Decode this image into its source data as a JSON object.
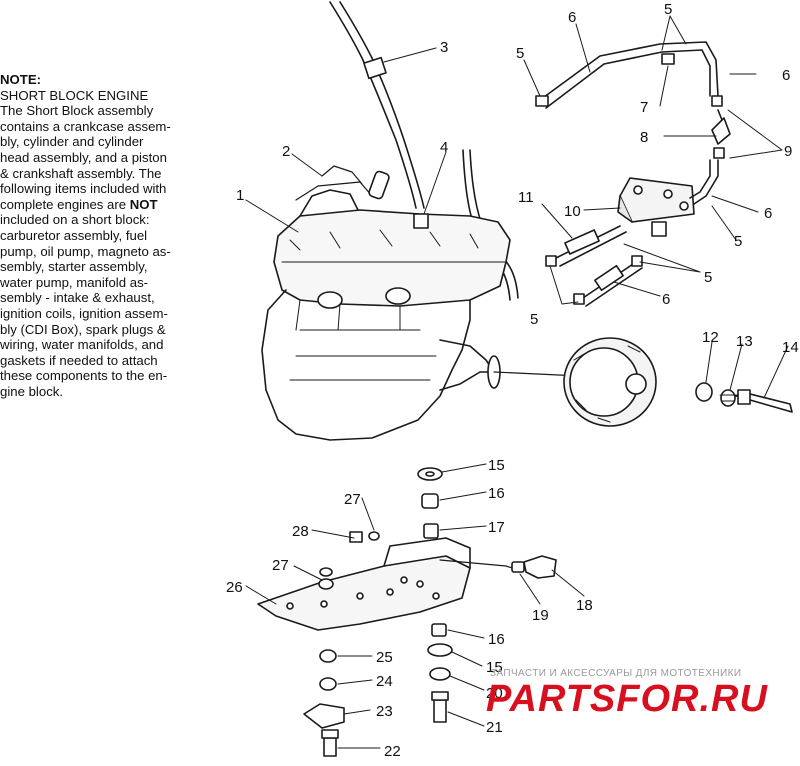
{
  "note": {
    "title": "NOTE:",
    "lines": [
      "SHORT BLOCK ENGINE",
      "The Short Block assembly",
      "contains a crankcase assem-",
      "bly, cylinder and cylinder",
      "head assembly, and a piston",
      "& crankshaft assembly.  The",
      "following items included with",
      "complete engines are ",
      "included on a short block:",
      "carburetor assembly, fuel",
      "pump, oil pump, magneto as-",
      "sembly, starter assembly,",
      "water pump, manifold as-",
      "sembly - intake & exhaust,",
      "ignition coils, ignition assem-",
      "bly (CDI Box), spark plugs &",
      "wiring, water manifolds, and",
      "gaskets if needed to attach",
      "these components to the en-",
      "gine block."
    ],
    "emphasis": "NOT"
  },
  "callouts": {
    "c1": "1",
    "c2": "2",
    "c3": "3",
    "c4": "4",
    "c5a": "5",
    "c5b": "5",
    "c5c": "5",
    "c5d": "5",
    "c5e": "5",
    "c6a": "6",
    "c6b": "6",
    "c6c": "6",
    "c6d": "6",
    "c7": "7",
    "c8": "8",
    "c9": "9",
    "c10": "10",
    "c11": "11",
    "c12": "12",
    "c13": "13",
    "c14": "14",
    "c15a": "15",
    "c15b": "15",
    "c16a": "16",
    "c16b": "16",
    "c17": "17",
    "c18": "18",
    "c19": "19",
    "c20": "20",
    "c21": "21",
    "c22": "22",
    "c23": "23",
    "c24": "24",
    "c25": "25",
    "c26": "26",
    "c27a": "27",
    "c27b": "27",
    "c28": "28"
  },
  "watermark": {
    "subtitle": "ЗАПЧАСТИ И АКСЕССУАРЫ ДЛЯ МОТОТЕХНИКИ",
    "logo": "PARTSFOR.RU"
  }
}
